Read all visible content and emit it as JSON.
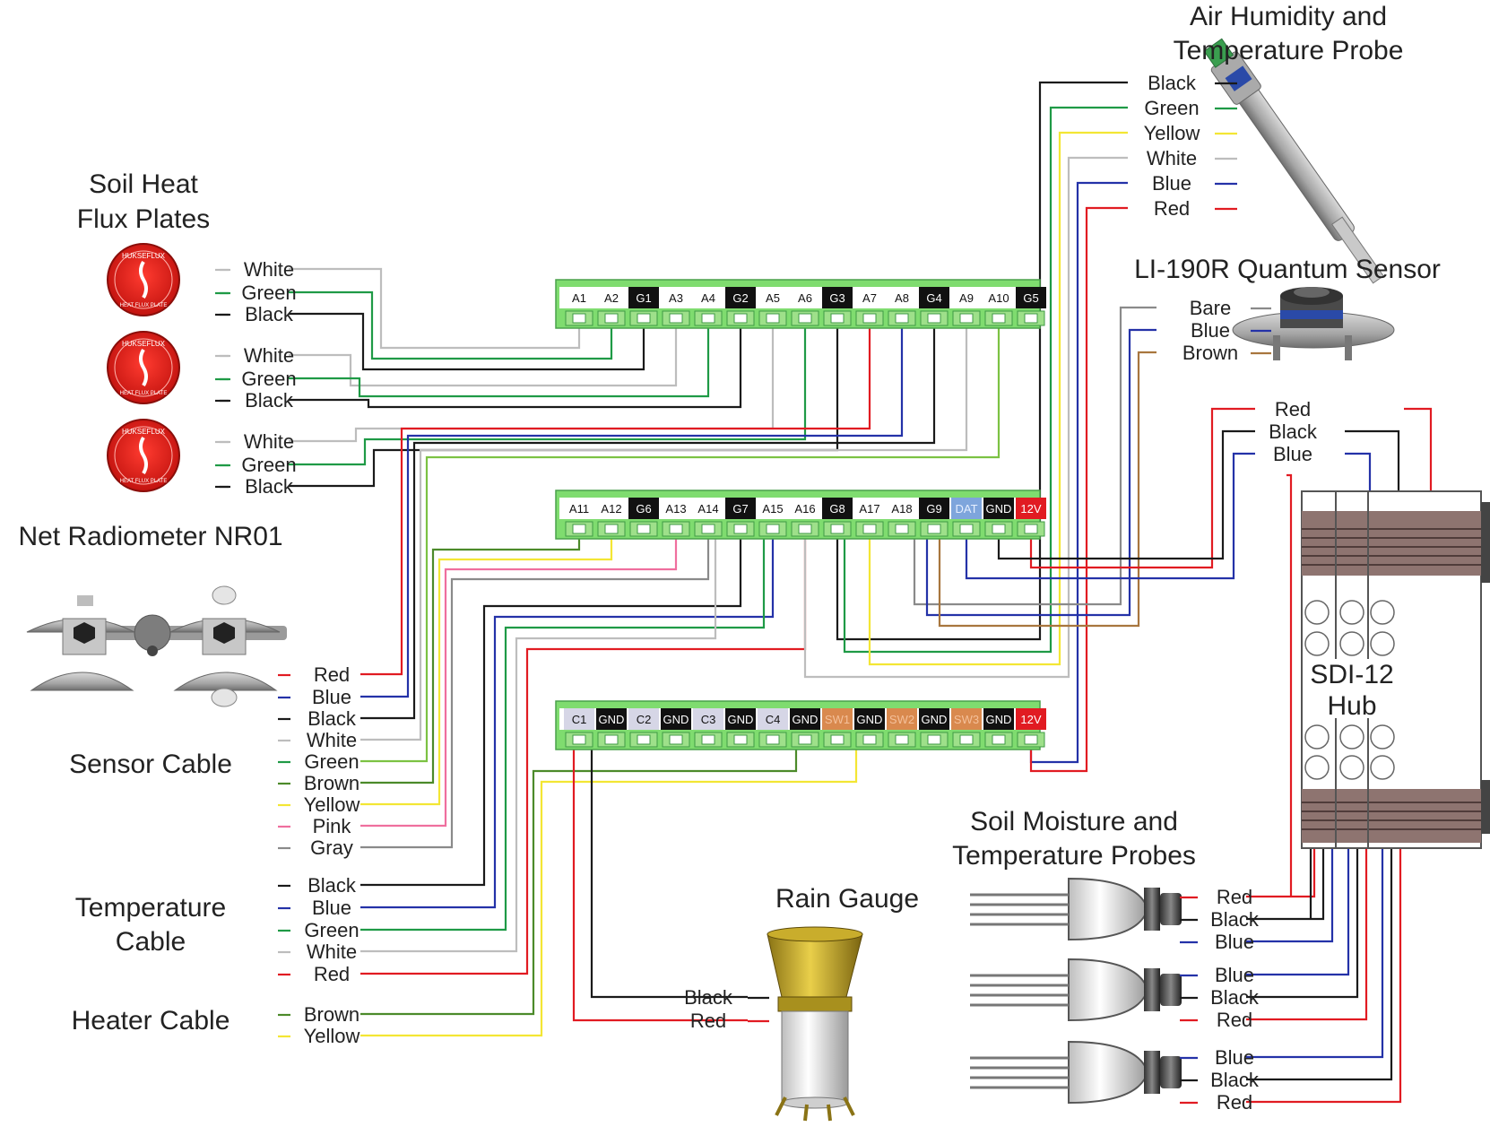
{
  "colors": {
    "red": "#e11b22",
    "blue": "#2432a8",
    "black": "#1a1a1a",
    "white": "#bdbdbd",
    "green": "#1f9a46",
    "brown": "#4c8a2a",
    "yellow": "#f3e634",
    "pink": "#ef6f9e",
    "gray": "#8a8a8a",
    "lime": "#7cc243",
    "tan": "#a8763e",
    "terminal_green": "#7fdc6f",
    "dat_blue": "#7ea5dc",
    "v12_red": "#e11b22",
    "sw_orange": "#d9894e"
  },
  "titles": {
    "shf": [
      "Soil Heat",
      "Flux Plates"
    ],
    "nr01": "Net Radiometer NR01",
    "sensor_cable": "Sensor Cable",
    "temp_cable": [
      "Temperature",
      "Cable"
    ],
    "heater_cable": "Heater Cable",
    "air_probe": [
      "Air Humidity and",
      "Temperature Probe"
    ],
    "li190r": "LI-190R Quantum Sensor",
    "sdi12": [
      "SDI-12",
      "Hub"
    ],
    "soil_moisture": [
      "Soil Moisture and",
      "Temperature Probes"
    ],
    "rain_gauge": "Rain Gauge"
  },
  "plate_logo": {
    "brand": "HUKSEFLUX",
    "text": "HEAT FLUX PLATE"
  },
  "terminal_rows": [
    [
      "A1",
      "A2",
      "G1",
      "A3",
      "A4",
      "G2",
      "A5",
      "A6",
      "G3",
      "A7",
      "A8",
      "G4",
      "A9",
      "A10",
      "G5"
    ],
    [
      "A11",
      "A12",
      "G6",
      "A13",
      "A14",
      "G7",
      "A15",
      "A16",
      "G8",
      "A17",
      "A18",
      "G9",
      "DAT",
      "GND",
      "12V"
    ],
    [
      "C1",
      "GND",
      "C2",
      "GND",
      "C3",
      "GND",
      "C4",
      "GND",
      "SW1",
      "GND",
      "SW2",
      "GND",
      "SW3",
      "GND",
      "12V"
    ]
  ],
  "labels": {
    "shf1": [
      "White",
      "Green",
      "Black"
    ],
    "shf2": [
      "White",
      "Green",
      "Black"
    ],
    "shf3": [
      "White",
      "Green",
      "Black"
    ],
    "sensor": [
      "Red",
      "Blue",
      "Black",
      "White",
      "Green",
      "Brown",
      "Yellow",
      "Pink",
      "Gray"
    ],
    "temp": [
      "Black",
      "Blue",
      "Green",
      "White",
      "Red"
    ],
    "heater": [
      "Brown",
      "Yellow"
    ],
    "air": [
      "Black",
      "Green",
      "Yellow",
      "White",
      "Blue",
      "Red"
    ],
    "li": [
      "Bare",
      "Blue",
      "Brown"
    ],
    "sdi": [
      "Red",
      "Black",
      "Blue"
    ],
    "rain": [
      "Black",
      "Red"
    ],
    "soil1": [
      "Red",
      "Black",
      "Blue"
    ],
    "soil2": [
      "Blue",
      "Black",
      "Red"
    ],
    "soil3": [
      "Blue",
      "Black",
      "Red"
    ]
  }
}
